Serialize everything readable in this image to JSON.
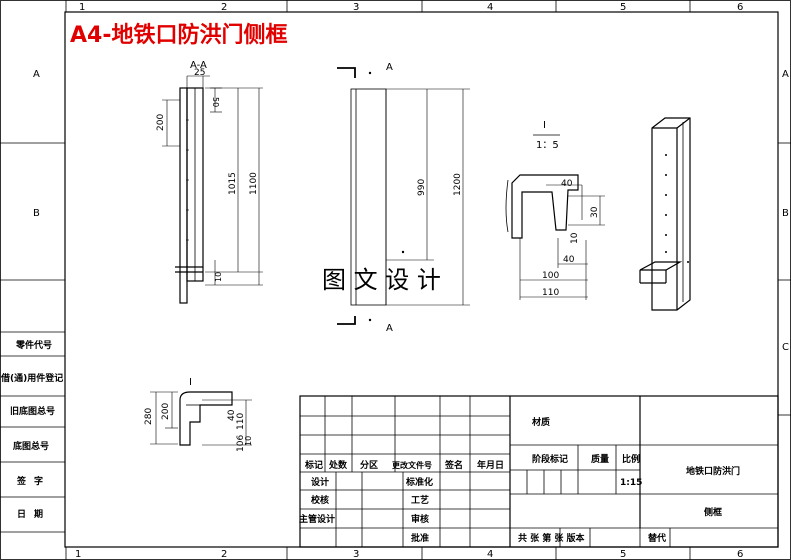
{
  "sheet": {
    "title": "A4-地铁口防洪门侧框",
    "title_color": "#e00000",
    "col_labels": [
      "1",
      "2",
      "3",
      "4",
      "5",
      "6"
    ],
    "row_labels": [
      "A",
      "B",
      "C"
    ]
  },
  "left_strip": {
    "items": [
      "零件代号",
      "借(通)用件登记",
      "旧底图总号",
      "底图总号",
      "签字",
      "日期"
    ]
  },
  "views": {
    "section_aa": {
      "label": "A-A",
      "dims": [
        "25",
        "50",
        "200",
        "1015",
        "1100",
        "10"
      ]
    },
    "front": {
      "label_top": "A",
      "label_bottom": "A",
      "dims": [
        "990",
        "1200"
      ]
    },
    "detail_i": {
      "label": "I",
      "scale": "1：5",
      "dims": [
        "40",
        "30",
        "10",
        "40",
        "100",
        "110"
      ]
    },
    "detail_i_small": {
      "label": "I",
      "dims": [
        "280",
        "200",
        "40",
        "110",
        "106",
        "10"
      ]
    },
    "watermark": "图 文 设 计"
  },
  "title_block": {
    "material": "材质",
    "stage_label": "阶段标记",
    "weight": "质量",
    "ratio": "比例",
    "ratio_value": "1:15",
    "part_name": "地铁口防洪门",
    "drawing_name": "侧框",
    "rev_headers": [
      "标记",
      "处数",
      "分区",
      "更改文件号",
      "签名",
      "年月日"
    ],
    "roles_left": [
      "设计",
      "校核",
      "主管设计"
    ],
    "roles_mid": [
      "标准化",
      "工艺",
      "审核",
      "批准"
    ],
    "bottom_row": "共 张 第 张 版本",
    "replace": "替代"
  }
}
